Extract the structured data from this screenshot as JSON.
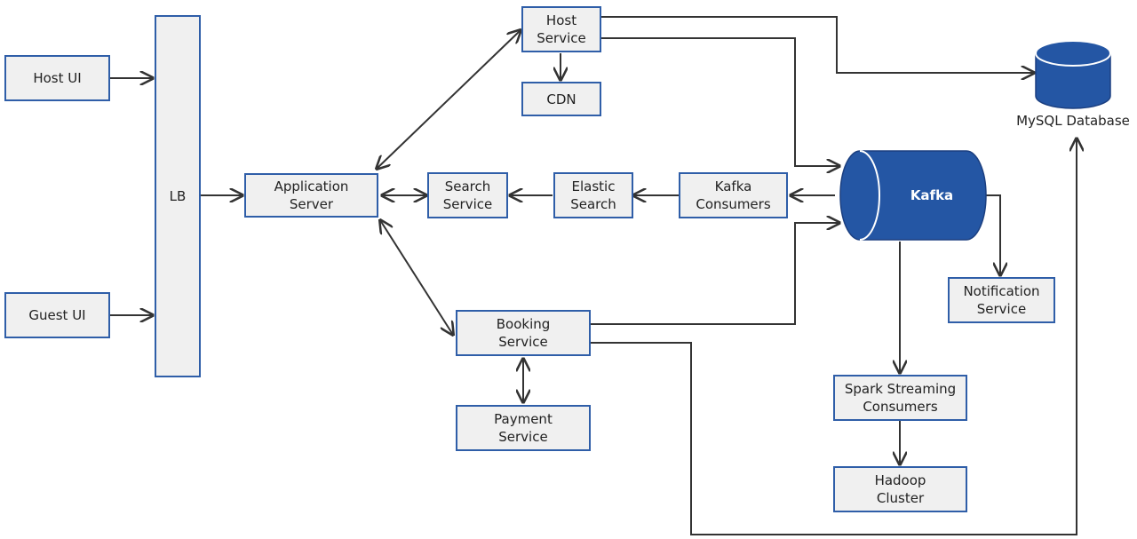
{
  "nodes": {
    "host_ui": "Host UI",
    "guest_ui": "Guest UI",
    "lb": "LB",
    "app_server": "Application\nServer",
    "host_service": "Host\nService",
    "cdn": "CDN",
    "search_service": "Search\nService",
    "elastic_search": "Elastic\nSearch",
    "kafka_consumers": "Kafka\nConsumers",
    "kafka": "Kafka",
    "mysql": "MySQL Database",
    "notification_service": "Notification\nService",
    "booking_service": "Booking\nService",
    "payment_service": "Payment\nService",
    "spark": "Spark Streaming\nConsumers",
    "hadoop": "Hadoop\nCluster"
  },
  "colors": {
    "box_border": "#2f5ea8",
    "box_fill": "#f0f0f0",
    "kafka_fill": "#2456a4",
    "db_fill": "#2456a4",
    "wire": "#333333"
  }
}
